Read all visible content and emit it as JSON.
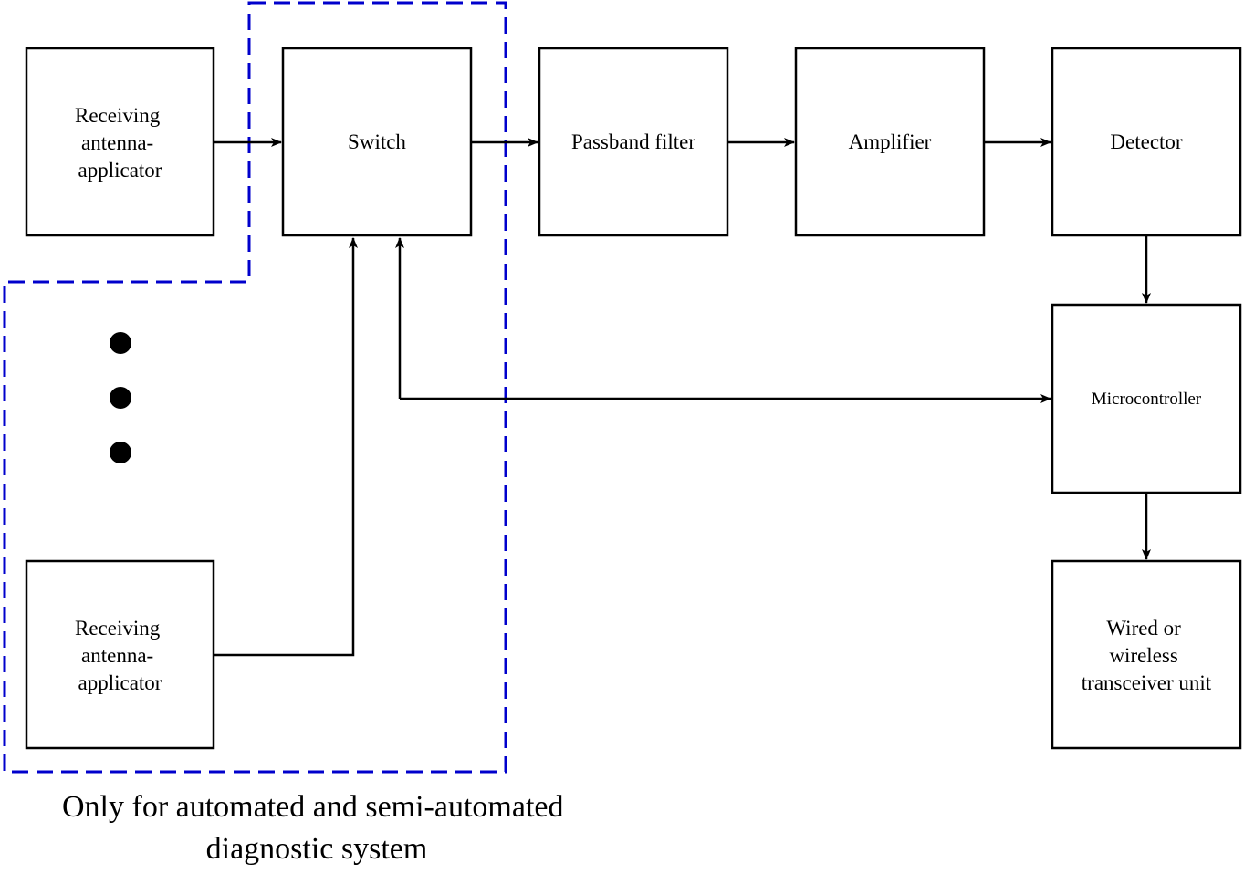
{
  "blocks": {
    "receiving_antenna_1": {
      "lines": [
        "Receiving",
        "antenna-",
        "applicator"
      ]
    },
    "switch": {
      "lines": [
        "Switch"
      ]
    },
    "passband_filter": {
      "lines": [
        "Passband filter"
      ]
    },
    "amplifier": {
      "lines": [
        "Amplifier"
      ]
    },
    "detector": {
      "lines": [
        "Detector"
      ]
    },
    "microcontroller": {
      "lines": [
        "Microcontroller"
      ]
    },
    "receiving_antenna_2": {
      "lines": [
        "Receiving",
        "antenna-",
        "applicator"
      ]
    },
    "transceiver": {
      "lines": [
        "Wired or",
        "wireless",
        "transceiver unit"
      ]
    }
  },
  "caption": {
    "line1": "Only for automated and semi-automated",
    "line2": "diagnostic system"
  },
  "colors": {
    "block_stroke": "#000000",
    "dashed_region": "#0000cc",
    "connector": "#000000"
  }
}
